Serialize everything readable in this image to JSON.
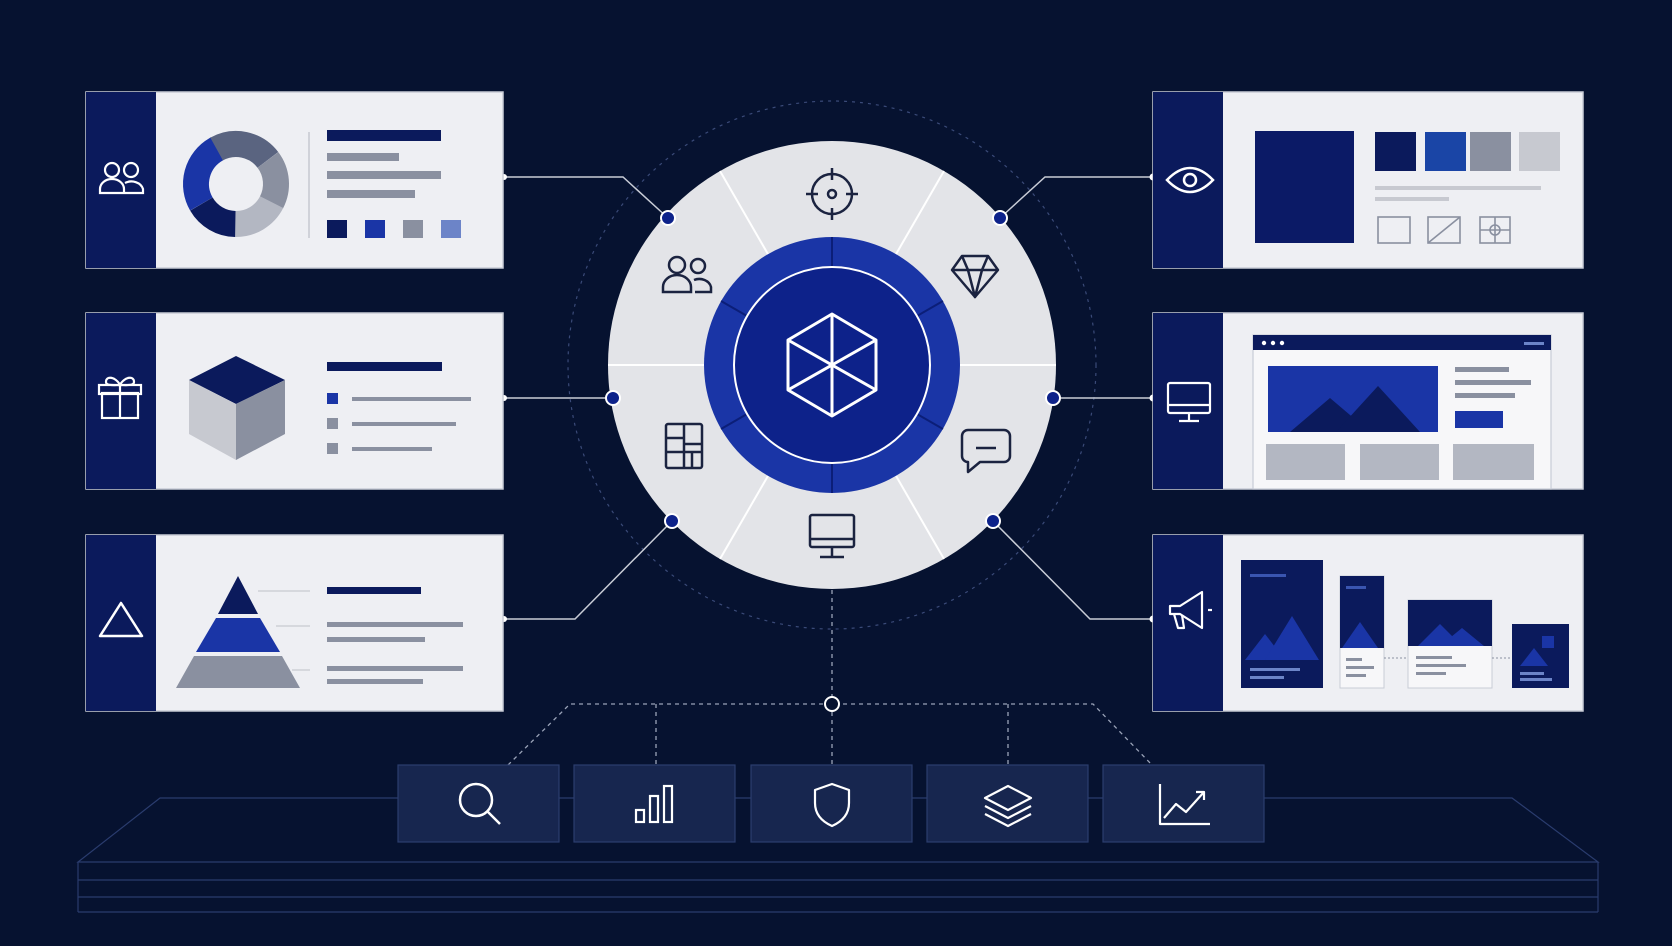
{
  "colors": {
    "background": "#061230",
    "navy": "#0a1a66",
    "royal": "#1a35a6",
    "panel": "#eeeff3",
    "gray": "#8a90a0",
    "light_gray": "#c7c9d0",
    "wheel": "#e3e4e8",
    "line": "#c8ccd6"
  },
  "left_cards": [
    {
      "icon": "users-icon",
      "visual": "donut-chart"
    },
    {
      "icon": "gift-icon",
      "visual": "cube"
    },
    {
      "icon": "triangle-icon",
      "visual": "pyramid"
    }
  ],
  "right_cards": [
    {
      "icon": "eye-icon",
      "visual": "color-swatches"
    },
    {
      "icon": "monitor-icon",
      "visual": "webpage-layout"
    },
    {
      "icon": "megaphone-icon",
      "visual": "ad-banners"
    }
  ],
  "hub": {
    "center_icon": "cube-icon",
    "segment_icons": [
      "target-icon",
      "diamond-icon",
      "chat-icon",
      "monitor-icon",
      "layout-icon",
      "users-icon"
    ]
  },
  "toolbar": {
    "items": [
      {
        "icon": "search-icon"
      },
      {
        "icon": "bar-chart-icon"
      },
      {
        "icon": "shield-icon"
      },
      {
        "icon": "layers-icon"
      },
      {
        "icon": "trend-chart-icon"
      }
    ]
  }
}
